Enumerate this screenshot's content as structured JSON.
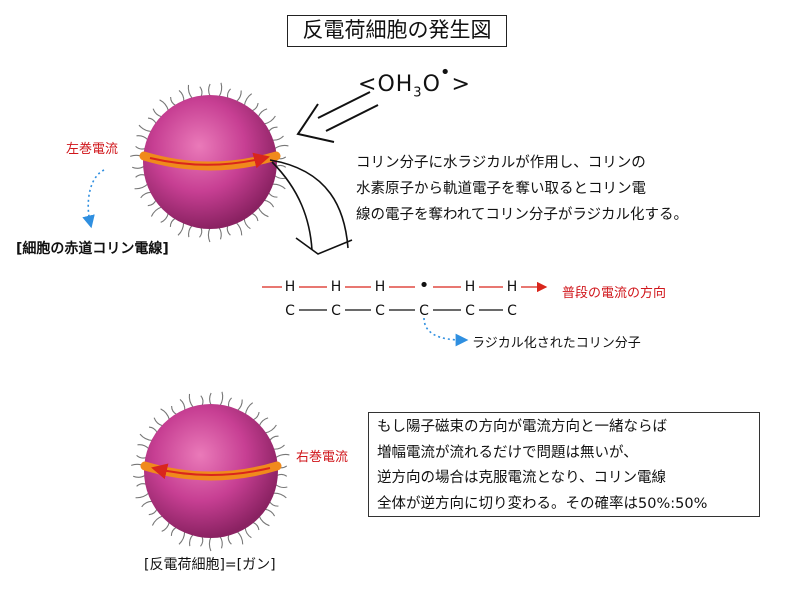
{
  "title": "反電荷細胞の発生図",
  "radical": {
    "left_bracket": "<",
    "formula_oh": "OH",
    "formula_sub": "3",
    "formula_o": "O",
    "dot": "•",
    "right_bracket": ">"
  },
  "top_cell": {
    "current_label": "左巻電流",
    "annotation": "[細胞の赤道コリン電線]"
  },
  "reaction_note": {
    "lines": [
      "コリン分子に水ラジカルが作用し、コリンの",
      "水素原子から軌道電子を奪い取るとコリン電",
      "線の電子を奪われてコリン分子がラジカル化する。"
    ]
  },
  "molecule": {
    "top_row": [
      "H",
      "H",
      "H",
      "•",
      "H",
      "H"
    ],
    "bottom_row": [
      "C",
      "C",
      "C",
      "C",
      "C",
      "C"
    ],
    "direction_label": "普段の電流の方向",
    "radical_label": "ラジカル化されたコリン分子"
  },
  "bottom_cell": {
    "current_label": "右巻電流",
    "caption": "[反電荷細胞]=[ガン]"
  },
  "warning": {
    "lines": [
      "もし陽子磁束の方向が電流方向と一緒ならば",
      "増幅電流が流れるだけで問題は無いが、",
      "逆方向の場合は克服電流となり、コリン電線",
      "全体が逆方向に切り変わる。その確率は50%:50%"
    ]
  },
  "colors": {
    "sphere_highlight": "#e56bb0",
    "sphere_mid": "#c33b8f",
    "sphere_dark": "#7a1a56",
    "band_orange": "#f08a1c",
    "band_red": "#d9261c",
    "label_red": "#d0161b",
    "pointer_blue": "#2f8fe0",
    "cilia_gray": "#777777"
  },
  "icons": [
    "hollow-arrow-icon",
    "curved-arrow-icon",
    "dotted-pointer-icon"
  ]
}
